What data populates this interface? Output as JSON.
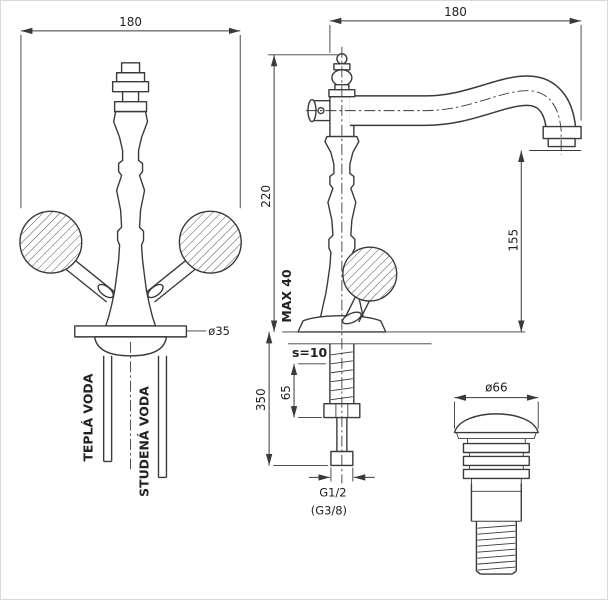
{
  "colors": {
    "line": "#3a3a3a",
    "background": "#ffffff"
  },
  "front_view": {
    "dim_width": "180",
    "dim_base_diameter": "ø35",
    "label_hot_water": "TEPLÁ VODA",
    "label_cold_water": "STUDENÁ VODA"
  },
  "side_view": {
    "dim_width": "180",
    "dim_height_total": "220",
    "dim_spout_height": "155",
    "dim_max_mounting": "MAX 40",
    "dim_plate_thickness": "s=10",
    "dim_shank_length": "65",
    "dim_hose_length": "350",
    "thread_size": "G1/2",
    "thread_size_alt": "(G3/8)"
  },
  "drain_view": {
    "dim_diameter": "ø66"
  }
}
